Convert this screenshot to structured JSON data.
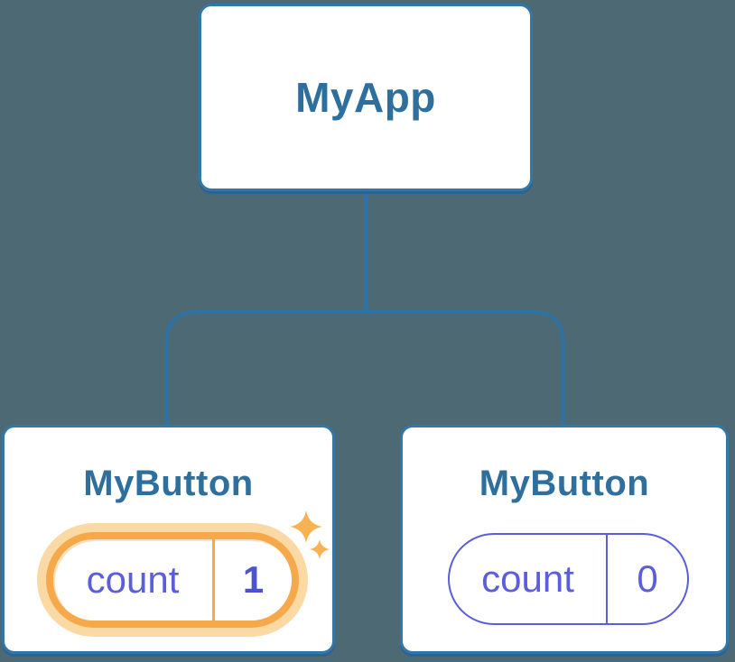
{
  "colors": {
    "background": "#4c6974",
    "card_fill": "#ffffff",
    "card_border": "#3377a7",
    "card_shadow": "#2c6391",
    "connector": "#2e72a3",
    "heading_text": "#2e6f9e",
    "state_purple": "#5b5ed8",
    "state_value_dark": "#4f52cd",
    "highlight_orange": "#f6a94a",
    "highlight_glow": "#fbd9a4",
    "sparkle_orange": "#f7b254"
  },
  "diagram": {
    "type": "component-tree",
    "root": {
      "label": "MyApp"
    },
    "children": [
      {
        "label": "MyButton",
        "highlighted": true,
        "state": {
          "name": "count",
          "value": "1"
        }
      },
      {
        "label": "MyButton",
        "highlighted": false,
        "state": {
          "name": "count",
          "value": "0"
        }
      }
    ]
  }
}
